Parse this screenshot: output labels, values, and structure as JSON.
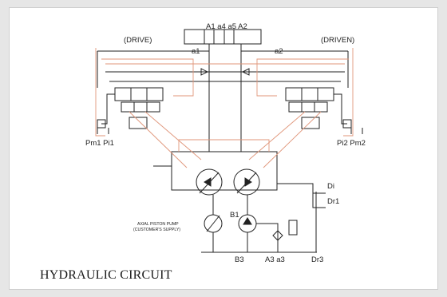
{
  "caption": "HYDRAULIC CIRCUIT",
  "labels": {
    "drive": "(DRIVE)",
    "driven": "(DRIVEN)",
    "top_ports": "A1 a4 a5 A2",
    "a1": "a1",
    "a2": "a2",
    "pm1_pi1": "Pm1 Pi1",
    "pi2_pm2": "Pi2 Pm2",
    "di": "Di",
    "dr1": "Dr1",
    "b1": "B1",
    "b3": "B3",
    "a3_a3": "A3 a3",
    "dr3": "Dr3",
    "pump_line1": "AXIAL PISTON PUMP",
    "pump_line2": "(CUSTOMER'S SUPPLY)"
  },
  "colors": {
    "line": "#222222",
    "pilot": "#e0967a",
    "background": "#ffffff",
    "frame": "#e6e6e6"
  }
}
